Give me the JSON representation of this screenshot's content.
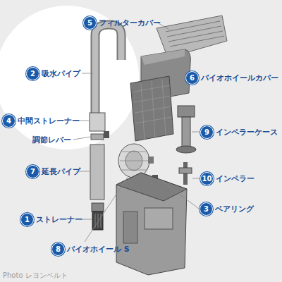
{
  "diagram": {
    "nodes": [
      {
        "text": [
          "5",
          "フィルターカバー"
        ]
      },
      {
        "text": [
          "2",
          "吸水パイプ"
        ]
      },
      {
        "text": [
          "6",
          "バイオホイールカバー"
        ]
      },
      {
        "text": [
          "4",
          "中間ストレーナー"
        ]
      },
      {
        "text": [
          "9",
          "インペラーケース"
        ]
      },
      {
        "text": [
          "7",
          "延長パイプ"
        ]
      },
      {
        "text": [
          "10",
          "インペラー"
        ]
      },
      {
        "text": [
          "3",
          "ベアリング"
        ]
      },
      {
        "text": [
          "1",
          "ストレーナー"
        ]
      },
      {
        "text": [
          "8",
          "バイオホイール S"
        ]
      }
    ],
    "labels": [
      "調節レバー",
      "Photo レヨンベルト"
    ]
  }
}
